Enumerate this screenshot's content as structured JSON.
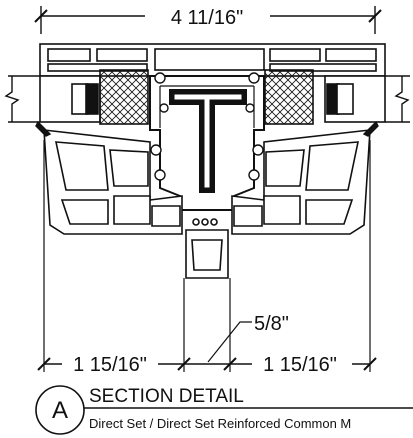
{
  "dimensions": {
    "overall_width": "4 11/16\"",
    "left_width": "1 15/16\"",
    "right_width": "1 15/16\"",
    "gap_width": "5/8\""
  },
  "title_block": {
    "detail_letter": "A",
    "title": "SECTION DETAIL",
    "subtitle": "Direct Set  / Direct Set Reinforced Common M"
  }
}
